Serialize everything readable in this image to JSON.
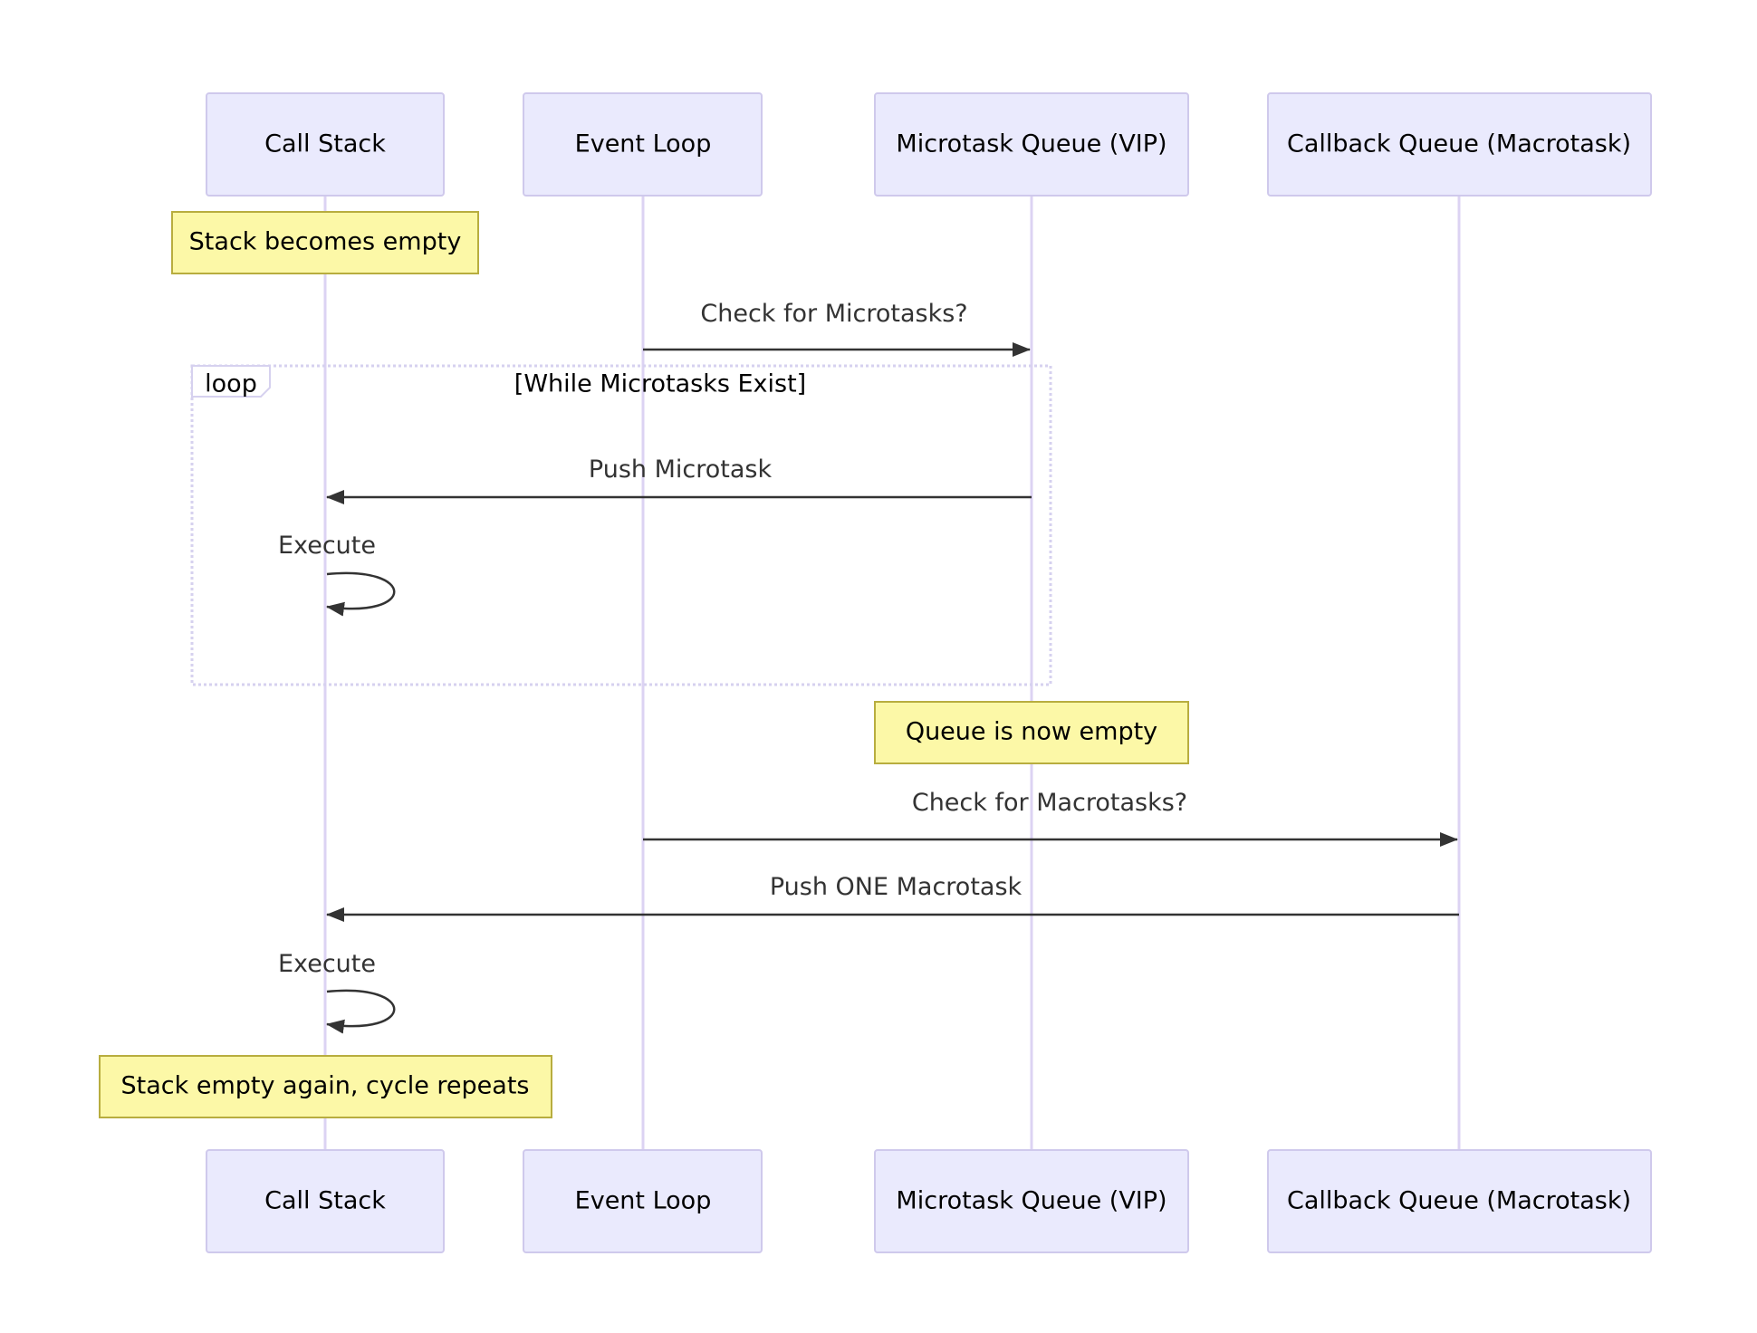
{
  "actors": {
    "call_stack": "Call Stack",
    "event_loop": "Event Loop",
    "microtask_queue": "Microtask Queue (VIP)",
    "callback_queue": "Callback Queue (Macrotask)"
  },
  "notes": {
    "stack_empty": "Stack becomes empty",
    "queue_empty": "Queue is now empty",
    "cycle_repeats": "Stack empty again, cycle repeats"
  },
  "loop": {
    "label": "loop",
    "condition": "[While Microtasks Exist]"
  },
  "messages": {
    "check_microtasks": "Check for Microtasks?",
    "push_microtask": "Push Microtask",
    "execute_1": "Execute",
    "check_macrotasks": "Check for Macrotasks?",
    "push_macrotask": "Push ONE Macrotask",
    "execute_2": "Execute"
  },
  "colors": {
    "actor_fill": "#eaeafd",
    "note_fill": "#fcf8a7",
    "lifeline": "#dcd3f3",
    "arrow": "#333333"
  }
}
